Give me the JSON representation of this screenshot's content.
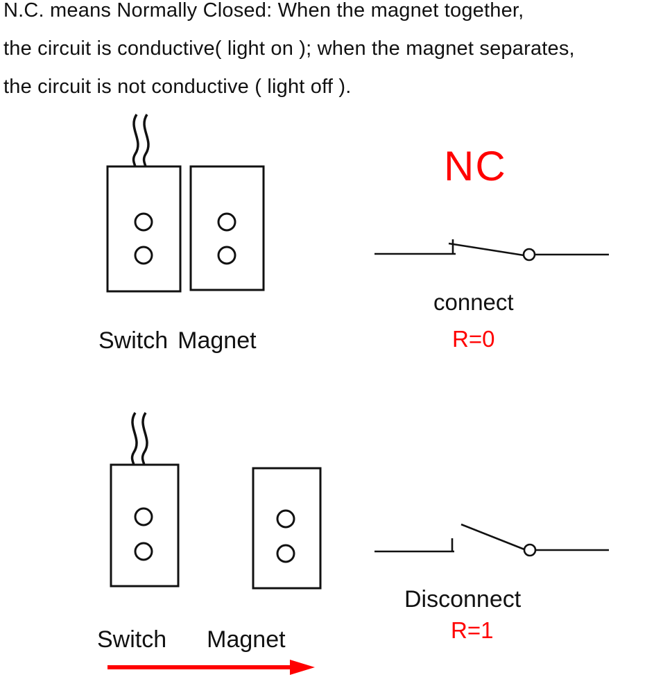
{
  "title_block": {
    "line1": "N.C. means Normally Closed: When the magnet together,",
    "line2": "the circuit is conductive( light on ); when the magnet separates,",
    "line3": "the circuit is not conductive ( light off )."
  },
  "closed_state": {
    "switch_label": "Switch",
    "magnet_label": "Magnet",
    "symbol_title": "NC",
    "state_label": "connect",
    "resistance": "R=0"
  },
  "open_state": {
    "switch_label": "Switch",
    "magnet_label": "Magnet",
    "state_label": "Disconnect",
    "resistance": "R=1"
  },
  "colors": {
    "accent_red": "#ff0000",
    "ink": "#1a1a1a"
  }
}
